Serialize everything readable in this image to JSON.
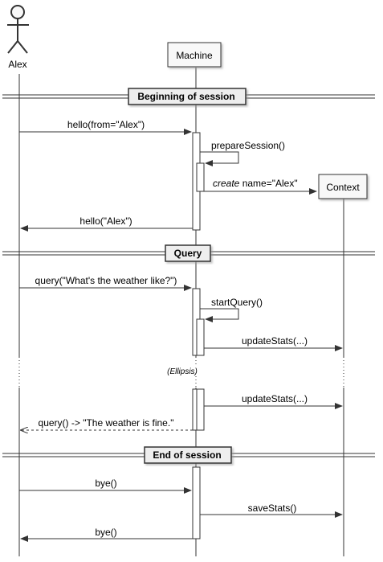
{
  "participants": {
    "actor": {
      "label": "Alex",
      "icon": "stick-figure-icon"
    },
    "machine": {
      "label": "Machine"
    },
    "context": {
      "label": "Context"
    }
  },
  "dividers": {
    "beginning": "Beginning of session",
    "query": "Query",
    "end": "End of session"
  },
  "messages": {
    "hello_from": "hello(from=\"Alex\")",
    "prepare_session": "prepareSession()",
    "create_keyword": "create",
    "create_args": " name=\"Alex\"",
    "hello_reply": "hello(\"Alex\")",
    "query": "query(\"What's the weather like?\")",
    "start_query": "startQuery()",
    "update_stats_1": "updateStats(...)",
    "update_stats_2": "updateStats(...)",
    "query_reply": "query() -> \"The weather is fine.\"",
    "bye": "bye()",
    "save_stats": "saveStats()",
    "bye_reply": "bye()"
  },
  "ellipsis": {
    "label": "(Ellipsis)"
  },
  "colors": {
    "line": "#333333",
    "box_fill": "#f8f8f8",
    "box_stroke": "#333333",
    "divider_fill": "#eeeeee",
    "background": "#ffffff"
  }
}
